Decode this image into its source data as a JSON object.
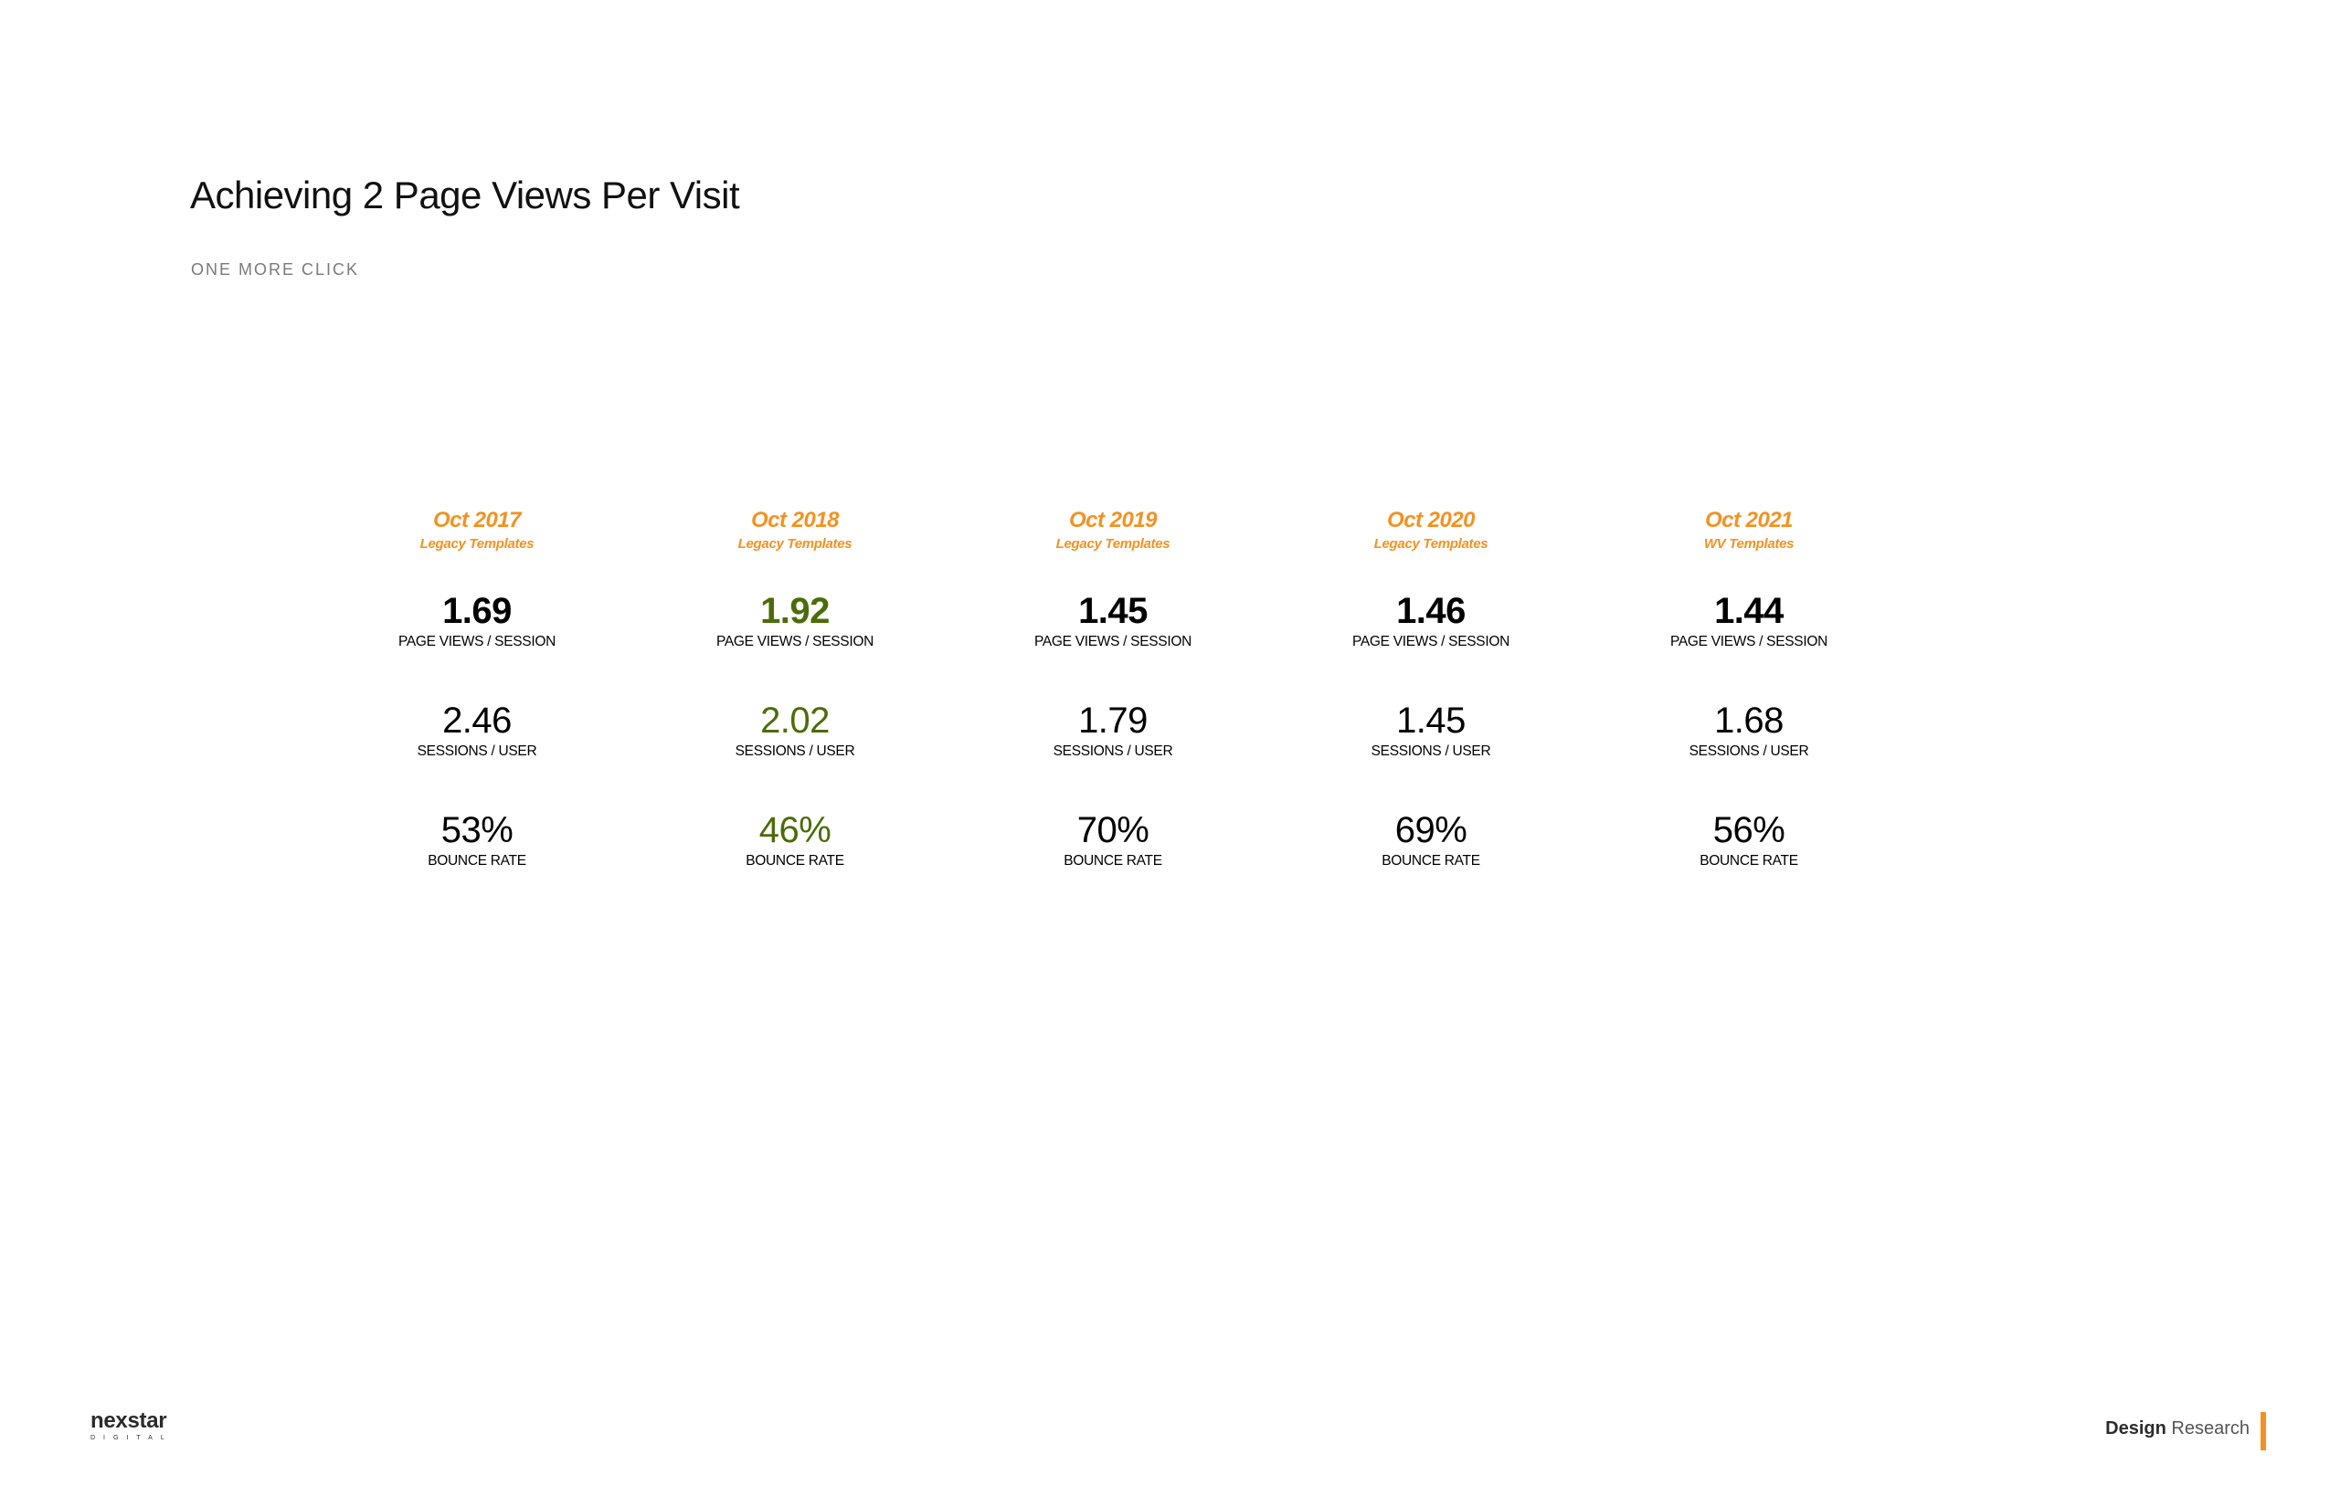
{
  "header": {
    "title": "Achieving 2 Page Views Per Visit",
    "subtitle": "ONE MORE CLICK"
  },
  "metric_labels": {
    "page_views": "PAGE VIEWS / SESSION",
    "sessions": "SESSIONS / USER",
    "bounce": "BOUNCE RATE"
  },
  "columns": [
    {
      "period": "Oct 2017",
      "template": "Legacy Templates",
      "page_views": "1.69",
      "sessions": "2.46",
      "bounce": "53%",
      "highlight": false
    },
    {
      "period": "Oct 2018",
      "template": "Legacy Templates",
      "page_views": "1.92",
      "sessions": "2.02",
      "bounce": "46%",
      "highlight": true
    },
    {
      "period": "Oct 2019",
      "template": "Legacy Templates",
      "page_views": "1.45",
      "sessions": "1.79",
      "bounce": "70%",
      "highlight": false
    },
    {
      "period": "Oct 2020",
      "template": "Legacy Templates",
      "page_views": "1.46",
      "sessions": "1.45",
      "bounce": "69%",
      "highlight": false
    },
    {
      "period": "Oct 2021",
      "template": "WV Templates",
      "page_views": "1.44",
      "sessions": "1.68",
      "bounce": "56%",
      "highlight": false
    }
  ],
  "colors": {
    "accent": "#f39222",
    "highlight": "#4b6c08"
  },
  "footer": {
    "logo_main": "nexstar",
    "logo_sub": "DIGITAL",
    "label_strong": "Design",
    "label_light": "Research"
  }
}
